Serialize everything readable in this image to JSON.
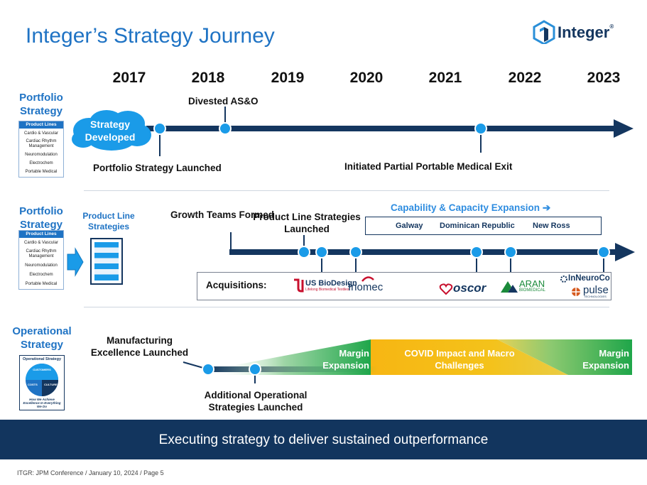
{
  "title": "Integer’s Strategy Journey",
  "logo": {
    "name": "Integer",
    "mark": "®"
  },
  "years": [
    "2017",
    "2018",
    "2019",
    "2020",
    "2021",
    "2022",
    "2023"
  ],
  "portfolio_top": {
    "label": "Portfolio Strategy",
    "cloud": "Strategy Developed",
    "events": {
      "divested": "Divested AS&O",
      "launched": "Portfolio Strategy Launched",
      "exit": "Initiated Partial Portable Medical Exit"
    },
    "card": {
      "header": "Product Lines",
      "items": [
        "Cardio & Vascular",
        "Cardiac Rhythm Management",
        "Neuromodulation",
        "Electrochem",
        "Portable Medical"
      ]
    }
  },
  "portfolio_mid": {
    "label": "Portfolio Strategy",
    "card": {
      "header": "Product Lines",
      "items": [
        "Cardio & Vascular",
        "Cardiac Rhythm Management",
        "Neuromodulation",
        "Electrochem",
        "Portable Medical"
      ]
    },
    "product_line_label": "Product Line Strategies",
    "growth_teams": "Growth Teams Formed",
    "pls_launched": "Product Line Strategies Launched",
    "capability": {
      "title": "Capability & Capacity Expansion",
      "arrow": "➔",
      "sites": [
        "Galway",
        "Dominican Republic",
        "New Ross"
      ]
    },
    "acquisitions": {
      "label": "Acquisitions:",
      "brands": {
        "usbiodesign": "US BioDesign",
        "usbiodesign_tag": "Lifelong Biomedical Textiles",
        "inomec": "Inomec",
        "oscor": "oscor",
        "aran": "ARAN",
        "aran_sub": "BIOMEDICAL",
        "inneuroco": "InNeuroCo",
        "pulse": "pulse",
        "pulse_sub": "TECHNOLOGIES"
      }
    }
  },
  "operational": {
    "label": "Operational Strategy",
    "card": {
      "header": "Operational Strategy",
      "customers": "CUSTOMERS",
      "costs": "COSTS",
      "culture": "CULTURE",
      "footer": "How We Achieve Excellence In Everything We Do"
    },
    "mfg": "Manufacturing Excellence Launched",
    "additional": "Additional Operational Strategies Launched",
    "margin_left": "Margin Expansion",
    "covid": "COVID Impact and Macro Challenges",
    "margin_right": "Margin Expansion"
  },
  "banner": "Executing strategy to deliver sustained outperformance",
  "footer": "ITGR: JPM Conference / January 10, 2024 / Page 5",
  "colors": {
    "blue": "#1f73c4",
    "navy": "#14365f",
    "node": "#1a9be8",
    "green": "#1fa64a",
    "amber": "#f2b517"
  }
}
